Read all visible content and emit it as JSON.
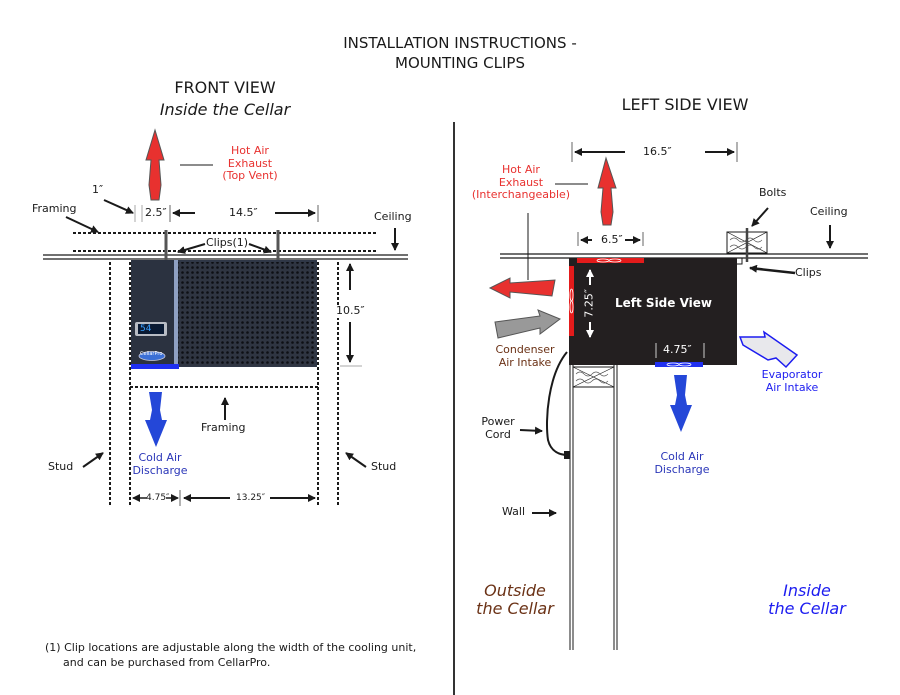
{
  "title": {
    "line1": "INSTALLATION INSTRUCTIONS -",
    "line2": "MOUNTING CLIPS"
  },
  "front_view": {
    "heading": "FRONT VIEW",
    "subheading": "Inside the Cellar",
    "hot_air": {
      "line1": "Hot Air",
      "line2": "Exhaust",
      "line3": "(Top Vent)"
    },
    "dims": {
      "clip_offset": "1″",
      "clip_spacing_a": "2.5″",
      "clip_spacing_b": "14.5″",
      "height": "10.5″",
      "bottom_a": "4.75″",
      "bottom_b": "13.25″"
    },
    "labels": {
      "framing_top": "Framing",
      "ceiling": "Ceiling",
      "clips": "Clips(1)",
      "framing_bottom": "Framing",
      "stud_left": "Stud",
      "stud_right": "Stud"
    },
    "cold_air": {
      "line1": "Cold Air",
      "line2": "Discharge"
    },
    "unit": {
      "display": "54",
      "brand": "CellarPro"
    }
  },
  "side_view": {
    "heading": "LEFT SIDE VIEW",
    "hot_air": {
      "line1": "Hot Air",
      "line2": "Exhaust",
      "line3": "(Interchangeable)"
    },
    "dims": {
      "depth": "16.5″",
      "top_vent": "6.5″",
      "side_vent": "7.25″",
      "bottom_vent": "4.75″"
    },
    "labels": {
      "bolts": "Bolts",
      "ceiling": "Ceiling",
      "clips": "Clips",
      "unit_label": "Left Side View",
      "power_cord_1": "Power",
      "power_cord_2": "Cord",
      "wall": "Wall"
    },
    "condenser": {
      "line1": "Condenser",
      "line2": "Air Intake"
    },
    "evaporator": {
      "line1": "Evaporator",
      "line2": "Air Intake"
    },
    "cold_air": {
      "line1": "Cold Air",
      "line2": "Discharge"
    },
    "outside": {
      "line1": "Outside",
      "line2": "the Cellar"
    },
    "inside": {
      "line1": "Inside",
      "line2": "the Cellar"
    }
  },
  "footnote": {
    "line1": "(1) Clip locations are adjustable along the width of the cooling unit,",
    "line2": "and can be purchased from CellarPro."
  },
  "colors": {
    "hot_air": "#e8312f",
    "cold_air": "#2447d8",
    "evaporator": "#1c1cf0",
    "condenser_text": "#6b3216",
    "unit_body": "#231f20"
  }
}
